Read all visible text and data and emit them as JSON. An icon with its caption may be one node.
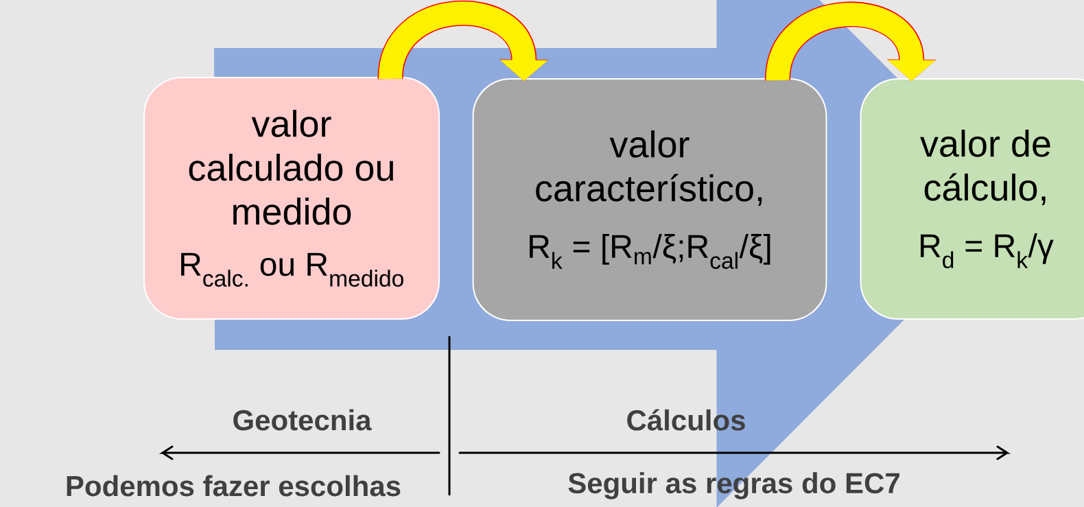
{
  "diagram": {
    "nodes": [
      {
        "text": [
          "valor calculado ou medido",
          "R$_{calc.}$ ou R$_{medido}$"
        ]
      },
      {
        "text": [
          "valor característico,",
          "R$_{k}$ = [R$_{m}$/ξ;R$_{cal}$/ξ]"
        ]
      },
      {
        "text": [
          "valor de cálculo,",
          "R$_{d}$ = R$_{k}$/γ"
        ]
      }
    ],
    "edges": [
      {
        "from": 0,
        "to": 1,
        "arrow": "to"
      },
      {
        "from": 1,
        "to": 2,
        "arrow": "to"
      },
      {
        "from": 0,
        "to": 2,
        "arrow": "to",
        "style": "thick",
        "color": "#8faadc"
      }
    ],
    "labels": [
      "Geotecnia",
      "Cálculos",
      "Podemos fazer escolhas",
      "Seguir as regras do EC7"
    ]
  }
}
